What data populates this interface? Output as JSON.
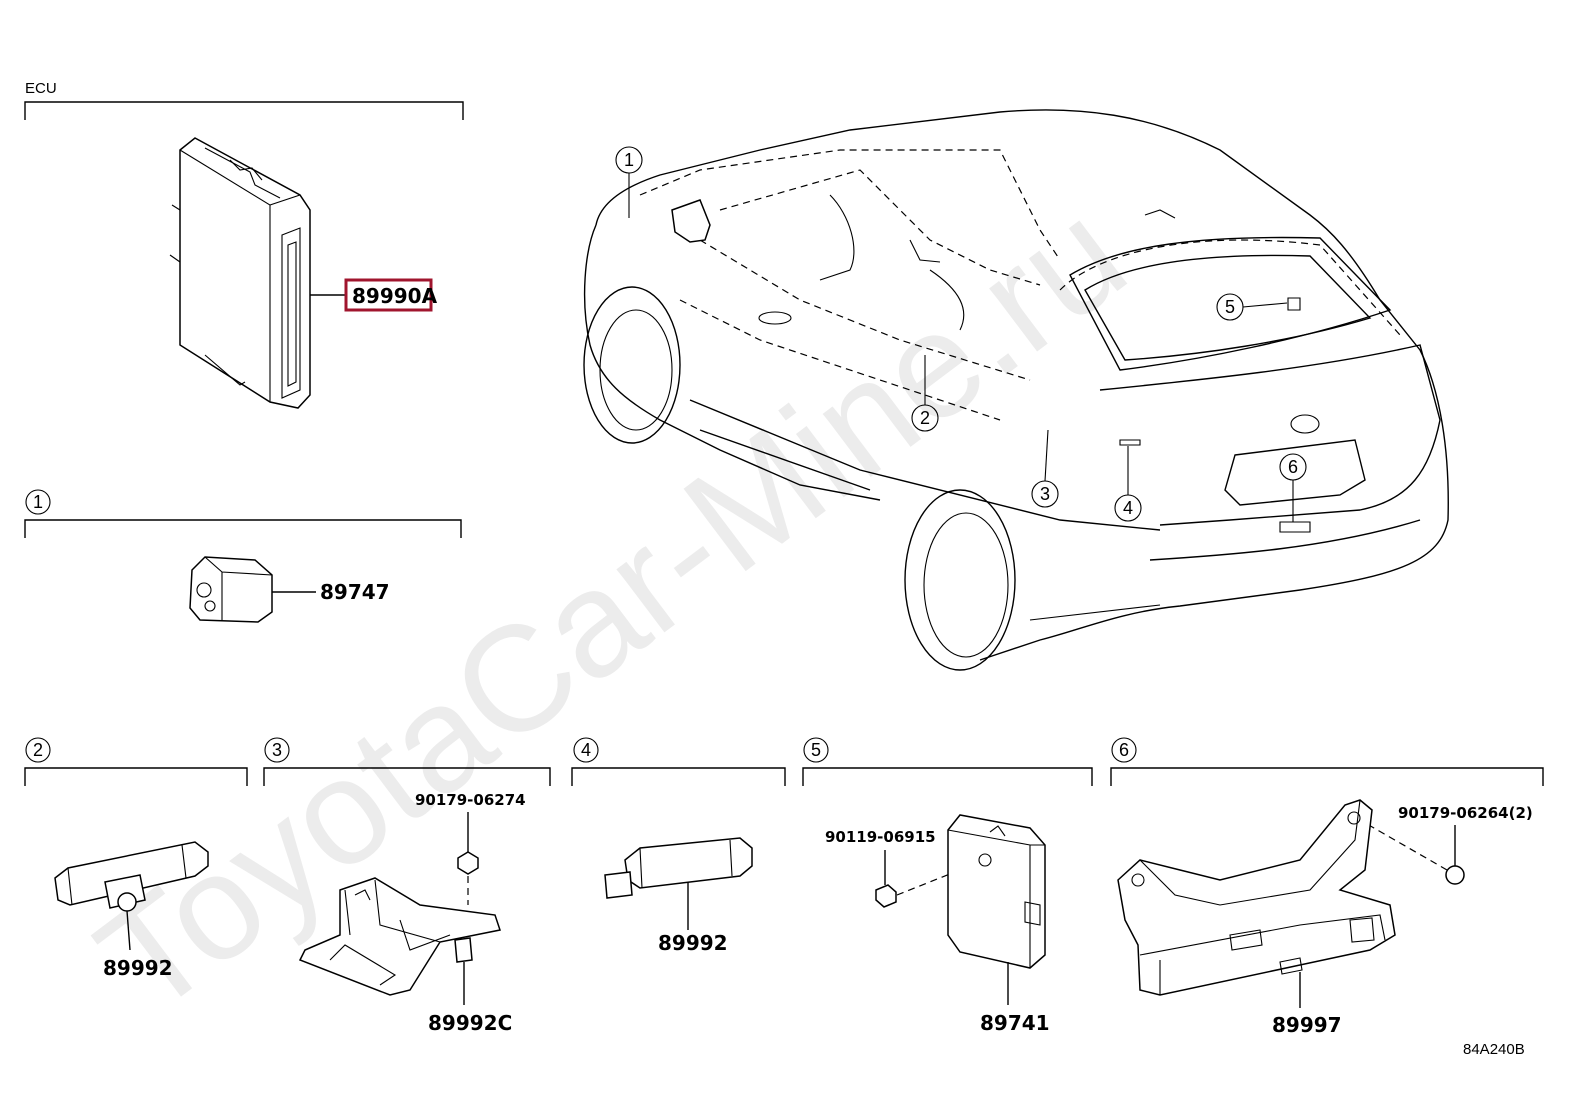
{
  "watermark": "ToyotaCar-Mine.ru",
  "sections": {
    "ecu": {
      "title": "ECU",
      "part": "89990A",
      "highlight_color": "#a0152e"
    },
    "s1": {
      "number": "1",
      "part": "89747"
    },
    "s2": {
      "number": "2",
      "part": "89992"
    },
    "s3": {
      "number": "3",
      "bolt": "90179-06274",
      "part": "89992C"
    },
    "s4": {
      "number": "4",
      "part": "89992"
    },
    "s5": {
      "number": "5",
      "bolt": "90119-06915",
      "part": "89741"
    },
    "s6": {
      "number": "6",
      "nut": "90179-06264(2)",
      "part": "89997"
    }
  },
  "car_callouts": [
    "1",
    "2",
    "3",
    "4",
    "5",
    "6"
  ],
  "diagram_code": "84A240B"
}
